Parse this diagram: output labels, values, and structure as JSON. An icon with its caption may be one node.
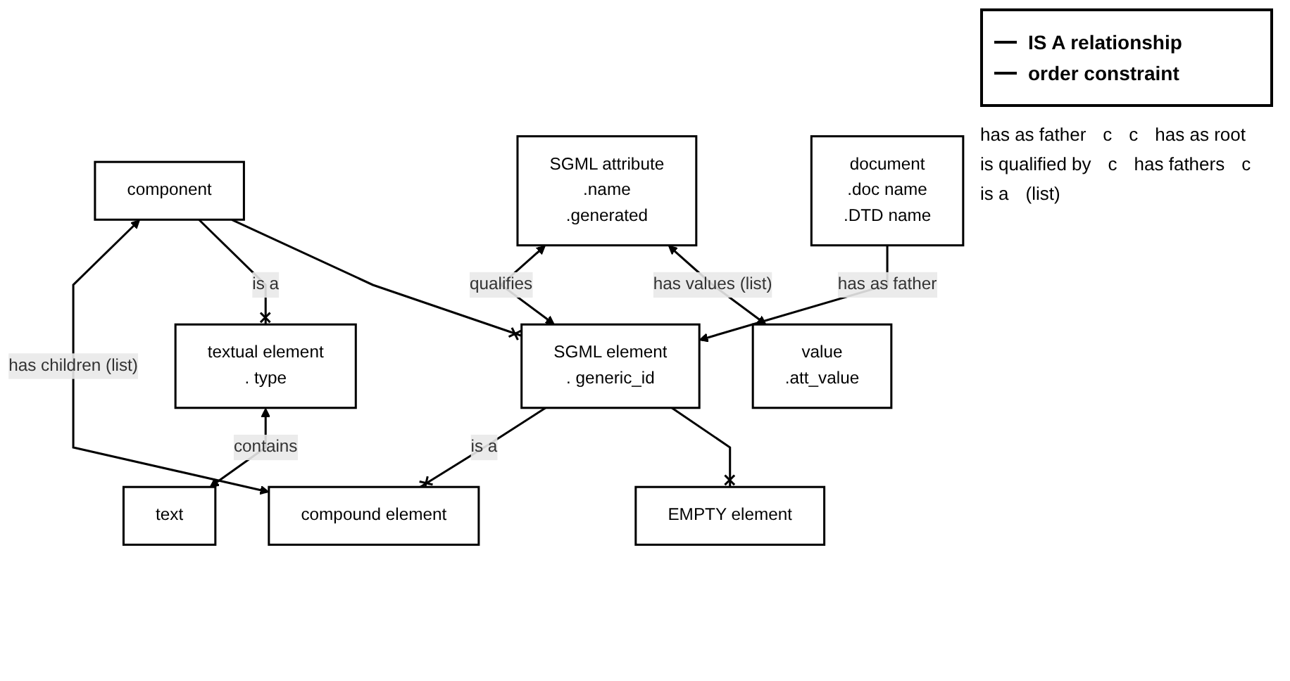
{
  "diagram": {
    "nodes": [
      {
        "text": [
          "component"
        ]
      },
      {
        "text": [
          "document",
          ".doc name",
          ".DTD name"
        ]
      },
      {
        "text": [
          "textual element",
          ". type"
        ]
      },
      {
        "text": [
          "SGML element",
          ". generic_id"
        ]
      },
      {
        "text": [
          "SGML attribute",
          ".name",
          ".generated"
        ]
      },
      {
        "text": [
          "text"
        ]
      },
      {
        "text": [
          "compound element"
        ]
      },
      {
        "text": [
          "EMPTY element"
        ]
      },
      {
        "text": [
          "value",
          ".att_value"
        ]
      }
    ],
    "edges": [
      {
        "from": 0,
        "to": 6,
        "arrow": "both",
        "label": "has children (list)"
      },
      {
        "from": 0,
        "to": 2,
        "arrow": "other",
        "label": "is a"
      },
      {
        "from": 0,
        "to": 3,
        "arrow": "other"
      },
      {
        "from": 1,
        "to": 3,
        "arrow": "to",
        "label": "has as father"
      },
      {
        "from": 4,
        "to": 3,
        "arrow": "both",
        "label": "qualifies"
      },
      {
        "from": 2,
        "to": 5,
        "arrow": "both",
        "label": "contains"
      },
      {
        "from": 3,
        "to": 6,
        "arrow": "other",
        "label": "is a"
      },
      {
        "from": 3,
        "to": 7,
        "arrow": "other"
      },
      {
        "from": 4,
        "to": 8,
        "arrow": "both",
        "label": "has values (list)"
      }
    ],
    "labels": [
      "has as father",
      "c",
      "c",
      "has as root",
      "is qualified by",
      "c",
      "has fathers",
      "c",
      "is a",
      "(list)"
    ],
    "legend": [
      {
        "text": "IS A relationship"
      },
      {
        "text": "order constraint"
      }
    ]
  }
}
